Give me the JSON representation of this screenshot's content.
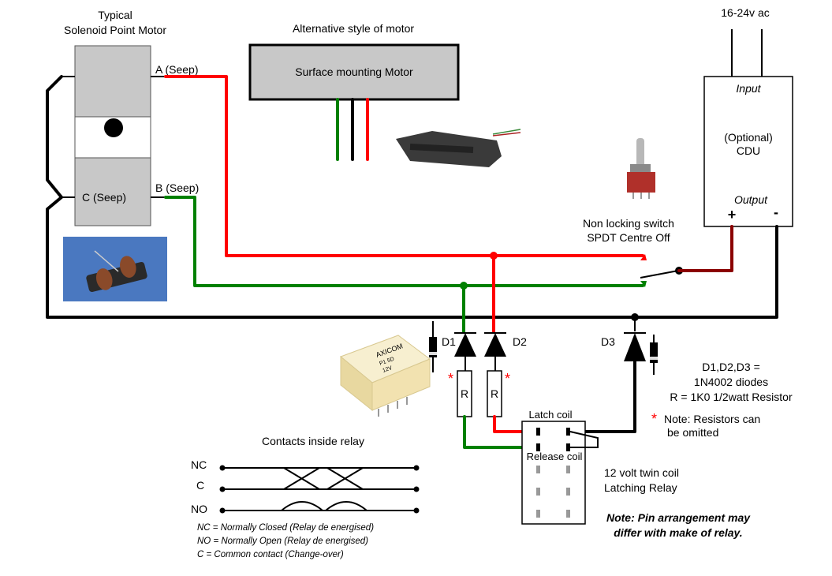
{
  "colors": {
    "red": "#ff0000",
    "green": "#008000",
    "dark_red": "#8b0000",
    "black": "#000000",
    "motor_grey": "#c8c8c8",
    "photo_bg": "#4a78c0",
    "relay_yellow": "#f2e2b0",
    "asterisk": "#ff0000"
  },
  "solenoid": {
    "title_line1": "Typical",
    "title_line2": "Solenoid Point Motor",
    "terminal_a": "A (Seep)",
    "terminal_b": "B (Seep)",
    "terminal_c": "C (Seep)"
  },
  "surface_motor": {
    "heading": "Alternative style of motor",
    "label": "Surface mounting Motor"
  },
  "cdu": {
    "supply": "16-24v ac",
    "input": "Input",
    "name_line1": "(Optional)",
    "name_line2": "CDU",
    "output": "Output",
    "plus": "+",
    "minus": "-"
  },
  "switch": {
    "label_line1": "Non locking switch",
    "label_line2": "SPDT Centre Off"
  },
  "diodes": {
    "d1": "D1",
    "d2": "D2",
    "d3": "D3"
  },
  "resistors": {
    "r1": "R",
    "r2": "R",
    "asterisk": "*"
  },
  "legend": {
    "line1": "D1,D2,D3 =",
    "line2": "1N4002 diodes",
    "line3": "R = 1K0 1/2watt Resistor",
    "note_star": "*",
    "note_line1": "Note: Resistors can",
    "note_line2": "be omitted"
  },
  "relay": {
    "latch_coil": "Latch coil",
    "release_coil": "Release coil",
    "caption_line1": "12 volt twin coil",
    "caption_line2": "Latching Relay",
    "pin_note_line1": "Note: Pin arrangement may",
    "pin_note_line2": "differ with make of relay.",
    "photo_text_line1": "AXICOM",
    "photo_text_line2": "P1 5D",
    "photo_text_line3": "12V"
  },
  "contacts": {
    "heading": "Contacts inside relay",
    "nc": "NC",
    "c": "C",
    "no": "NO",
    "def_nc": "NC = Normally Closed (Relay de energised)",
    "def_no": "NO = Normally Open (Relay de energised)",
    "def_c": "C = Common contact (Change-over)"
  }
}
